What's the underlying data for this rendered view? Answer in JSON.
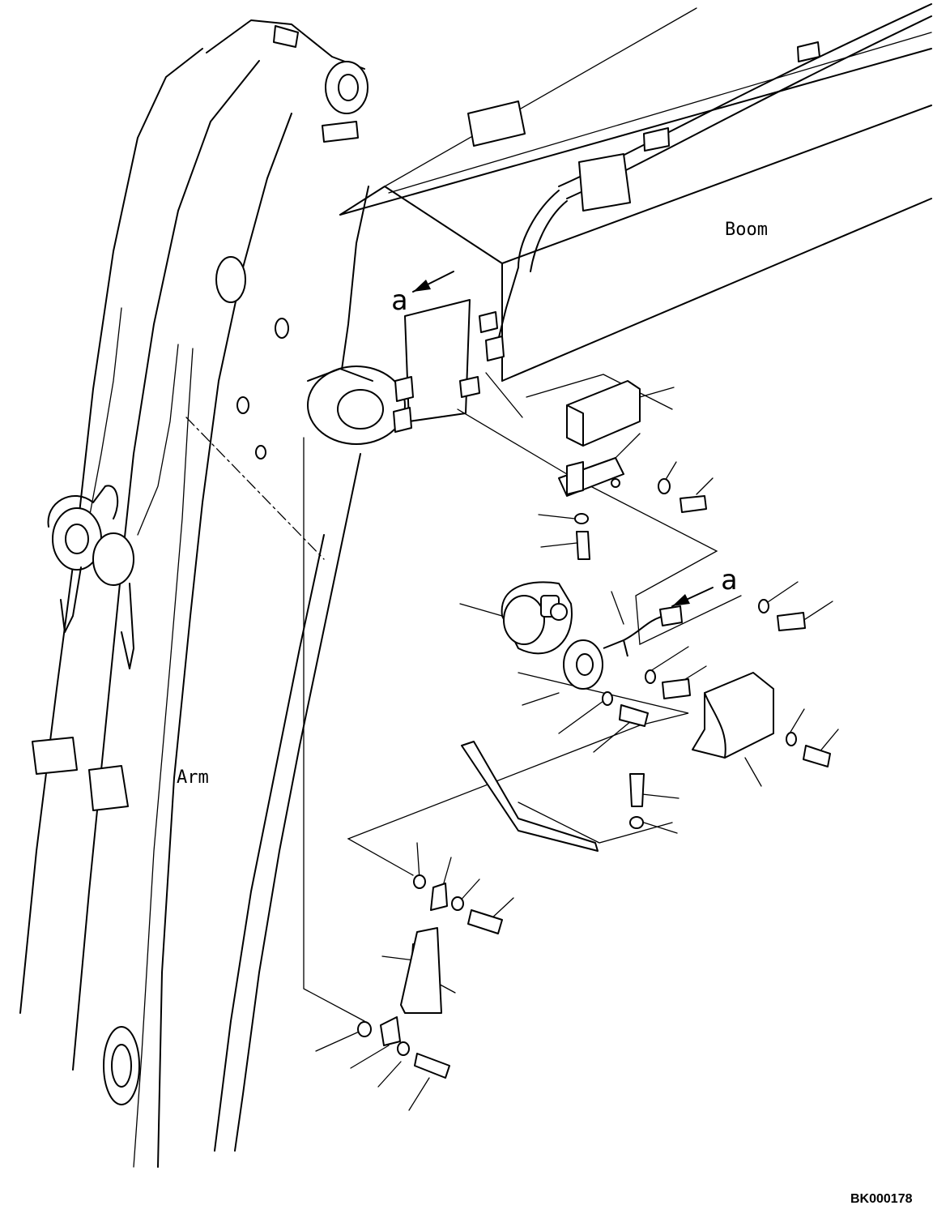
{
  "labels": {
    "boom": "Boom",
    "arm": "Arm",
    "view_a_top": "a",
    "view_a_bottom": "a"
  },
  "drawing_code": "BK000178",
  "icons": [
    "bracket",
    "horn-mount-plate",
    "horn",
    "horn-cover",
    "bolt",
    "washer",
    "nut",
    "grease-fitting",
    "hose",
    "clamp"
  ]
}
